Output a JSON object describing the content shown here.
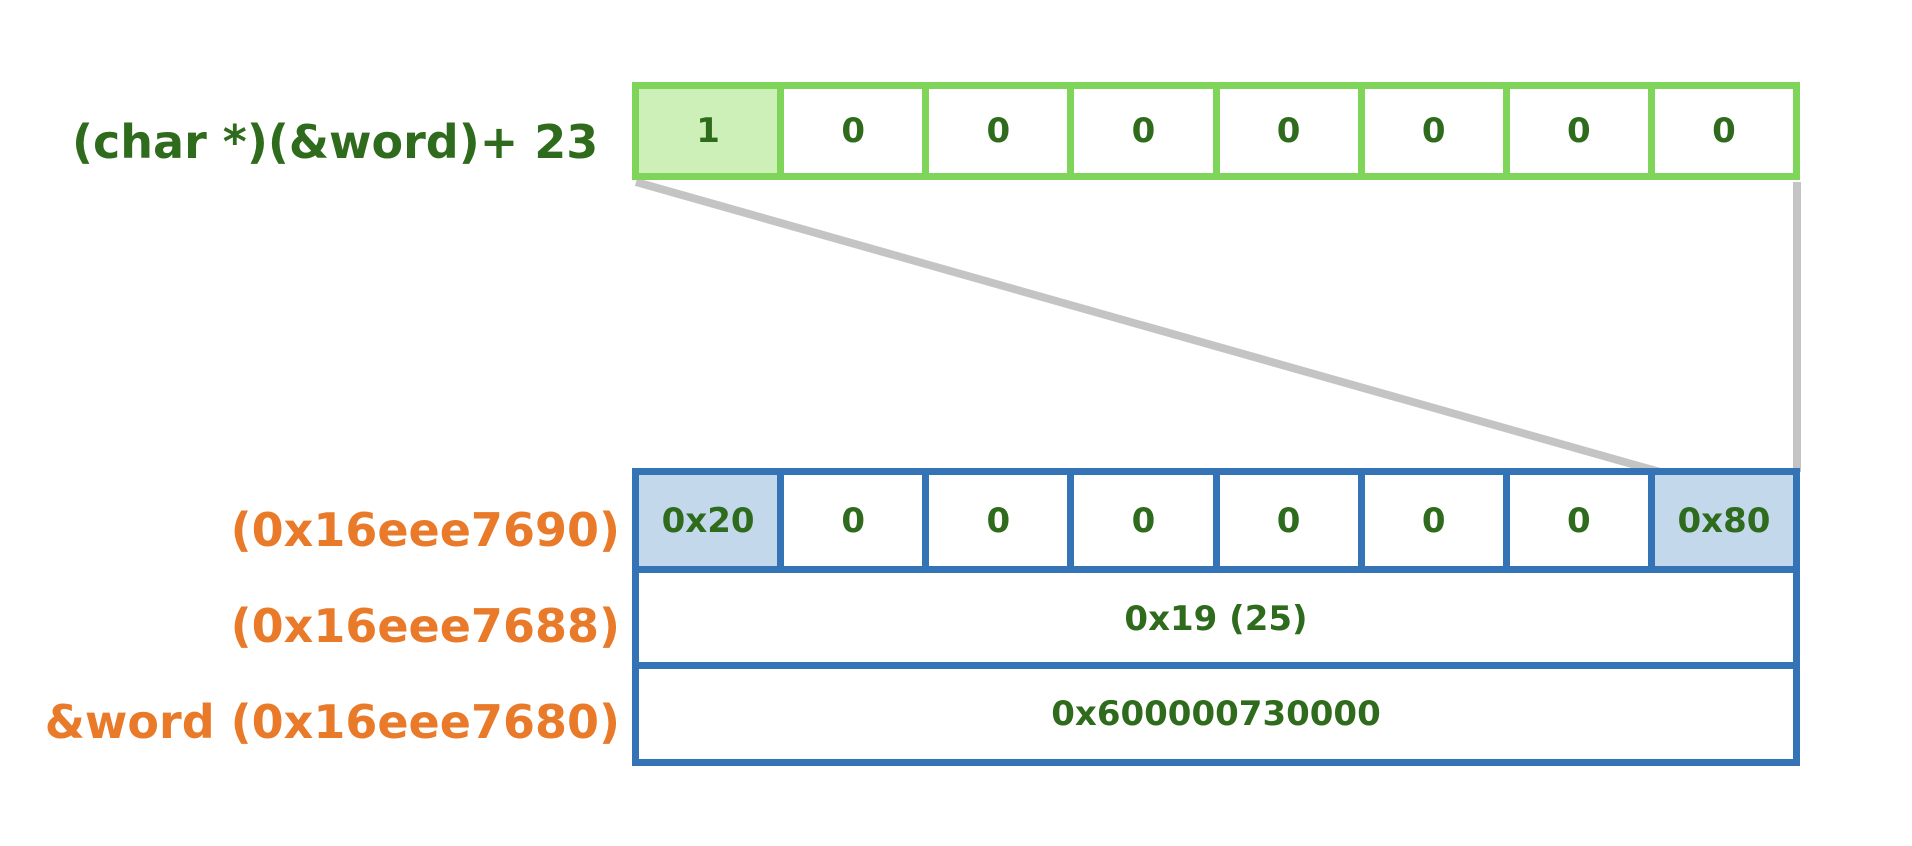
{
  "top_label": "(char *)(&word)+ 23",
  "bits": [
    "1",
    "0",
    "0",
    "0",
    "0",
    "0",
    "0",
    "0"
  ],
  "bytes_row": {
    "address": "(0x16eee7690)",
    "cells": [
      "0x20",
      "0",
      "0",
      "0",
      "0",
      "0",
      "0",
      "0x80"
    ]
  },
  "row2": {
    "address": "(0x16eee7688)",
    "value": "0x19 (25)"
  },
  "row3": {
    "address": "&word (0x16eee7680)",
    "value": "0x600000730000"
  },
  "colors": {
    "green_border": "#7fd45a",
    "green_fill": "#ccf0b8",
    "blue_border": "#3473b5",
    "blue_fill": "#c4d8ec",
    "dark_green_text": "#2e6b1c",
    "orange_text": "#e87a2a",
    "connector": "#c4c4c4"
  }
}
